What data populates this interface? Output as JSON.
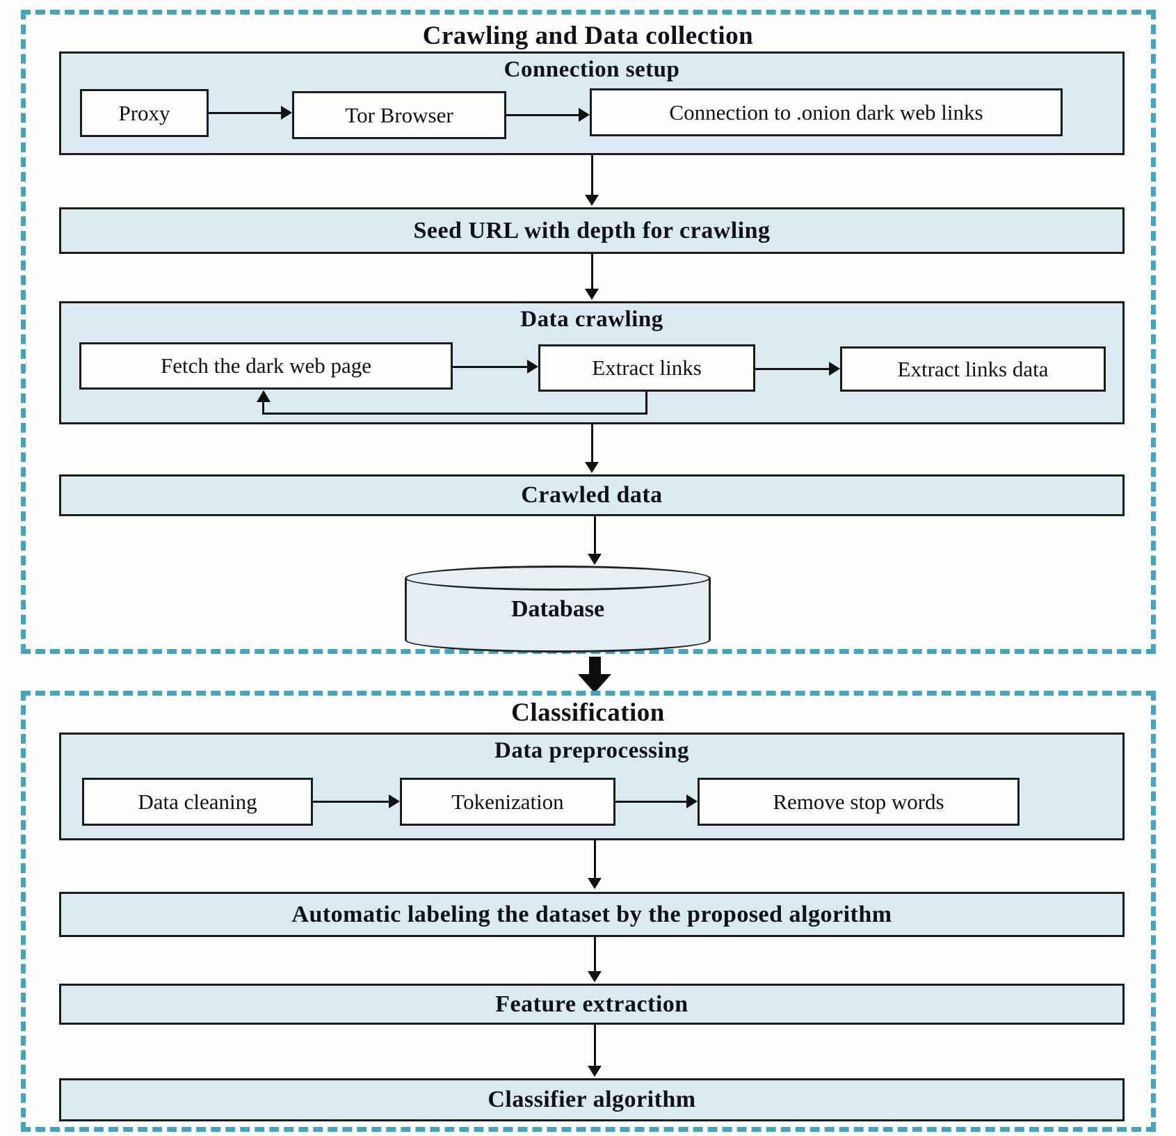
{
  "section1": {
    "title": "Crawling and Data collection",
    "connection_setup": {
      "title": "Connection setup",
      "boxes": [
        "Proxy",
        "Tor Browser",
        "Connection to .onion dark web links"
      ]
    },
    "seed_bar": "Seed URL with depth for crawling",
    "data_crawling": {
      "title": "Data crawling",
      "boxes": [
        "Fetch the dark web page",
        "Extract links",
        "Extract links data"
      ]
    },
    "crawled_bar": "Crawled data",
    "database_label": "Database"
  },
  "section2": {
    "title": "Classification",
    "data_preprocessing": {
      "title": "Data preprocessing",
      "boxes": [
        "Data cleaning",
        "Tokenization",
        "Remove stop words"
      ]
    },
    "automatic_bar": "Automatic labeling the dataset by the proposed algorithm",
    "feature_bar": "Feature extraction",
    "classifier_bar": "Classifier algorithm"
  },
  "colors": {
    "dashed_border": "#44a4bc",
    "group_fill": "#dbeaf1",
    "node_fill": "#fdfdfd",
    "line": "#111111",
    "text": "#101018"
  }
}
